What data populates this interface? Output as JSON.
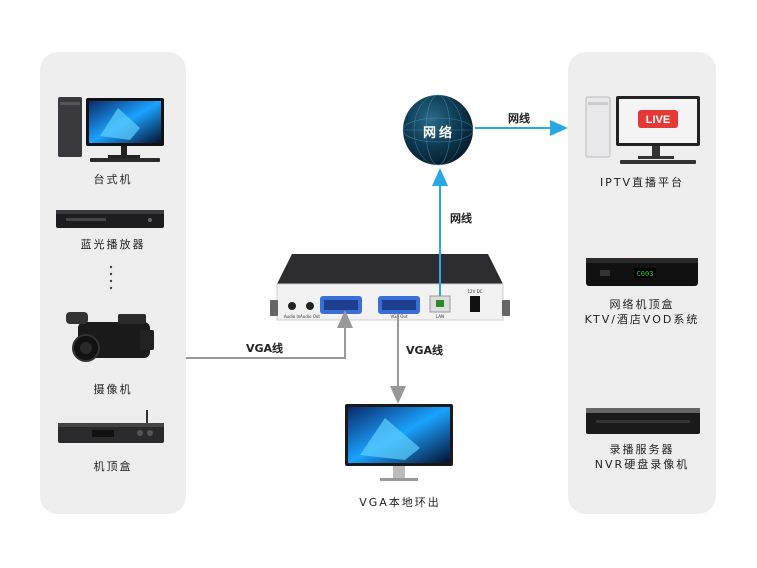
{
  "left_devices": [
    {
      "label": "台式机"
    },
    {
      "label": "蓝光播放器"
    },
    {
      "label": "摄像机"
    },
    {
      "label": "机顶盒"
    }
  ],
  "right_devices": [
    {
      "label": "IPTV直播平台"
    },
    {
      "label_line1": "网络机顶盒",
      "label_line2": "KTV/酒店VOD系统"
    },
    {
      "label_line1": "录播服务器",
      "label_line2": "NVR硬盘录像机"
    }
  ],
  "network": {
    "label": "网络"
  },
  "edges": {
    "net_to_iptv": "网线",
    "encoder_to_net": "网线",
    "vga_in": "VGA线",
    "vga_out": "VGA线"
  },
  "encoder_ports": {
    "audio_in": "Audio In",
    "audio_out": "Audio Out",
    "vga_out": "VGA Out",
    "lan": "LAN",
    "power": "12V DC"
  },
  "loop_out_label": "VGA本地环出",
  "live_badge": "LIVE",
  "stb_display": "C003",
  "colors": {
    "network_arrow": "#29a8e8",
    "vga_line": "#999999",
    "panel": "#eeeeee"
  }
}
